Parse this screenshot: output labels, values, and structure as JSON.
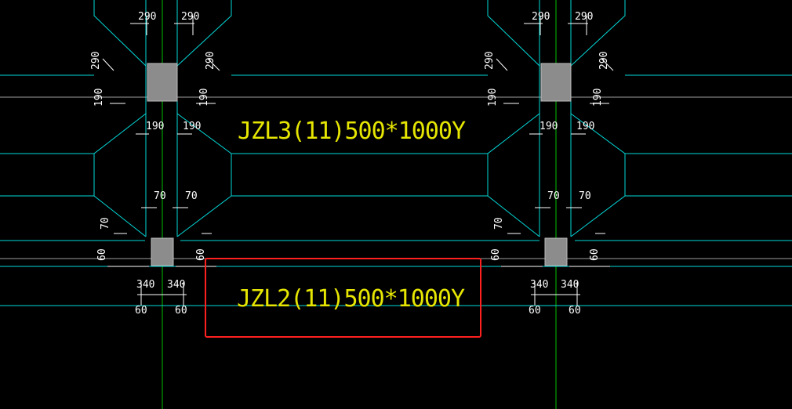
{
  "colors": {
    "background": "#000000",
    "beam_outline": "#00d7d7",
    "axis_line": "#00c000",
    "column_fill": "#8c8c8c",
    "dimension": "#ffffff",
    "label": "#e6e600",
    "selection_box": "#ff2020"
  },
  "beams": {
    "upper_label": "JZL3(11)500*1000Y",
    "lower_label": "JZL2(11)500*1000Y"
  },
  "dimensions": {
    "haunch_top_offset": "290",
    "haunch_upper_offset": "190",
    "haunch_lower_offset": "70",
    "bottom_offset": "60",
    "column_half_width": "340"
  },
  "selection": {
    "target": "lower-beam-label"
  }
}
